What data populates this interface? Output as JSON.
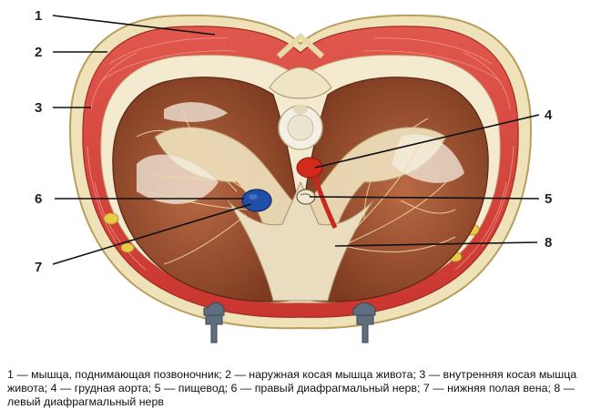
{
  "labels": [
    {
      "number": "1"
    },
    {
      "number": "2"
    },
    {
      "number": "3"
    },
    {
      "number": "4"
    },
    {
      "number": "5"
    },
    {
      "number": "6"
    },
    {
      "number": "7"
    },
    {
      "number": "8"
    }
  ],
  "caption": "1 — мышца, поднимающая позвоночник; 2 — наружная косая мышца живота; 3 — внутренняя косая мышца живота; 4 — грудная аорта; 5 — пищевод; 6 — правый диафрагмальный нерв; 7 — нижняя полая вена; 8 — левый диафрагмальный нерв",
  "colors": {
    "muscle_red": "#d8453f",
    "diaphragm_brown": "#9a4a2a",
    "tendon_cream": "#f1e6c8",
    "fat_yellow": "#e8d78a",
    "aorta_red": "#d42a1e",
    "vena_cava_blue": "#1f4fa8",
    "retractor_gray": "#5f6f80"
  }
}
